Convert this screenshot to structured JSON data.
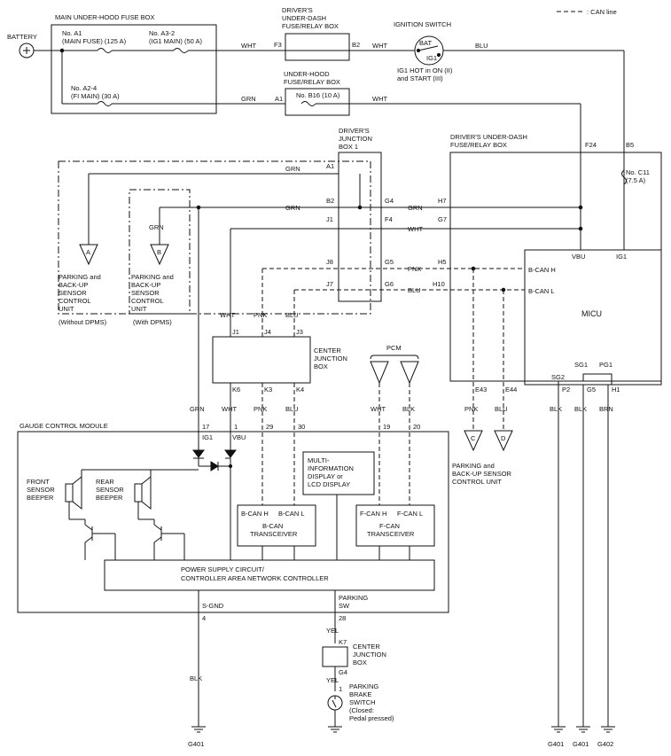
{
  "legend": {
    "can_line": ": CAN line"
  },
  "battery": "BATTERY",
  "main_fuse_box": {
    "title": "MAIN UNDER-HOOD FUSE BOX",
    "fuse_a1_a": "No. A1",
    "fuse_a1_b": "(MAIN FUSE) (125 A)",
    "fuse_a3_a": "No. A3-2",
    "fuse_a3_b": "(IG1 MAIN) (50 A)",
    "fuse_a2_a": "No. A2-4",
    "fuse_a2_b": "(FI MAIN) (30 A)"
  },
  "dash_relay_top": {
    "l1": "DRIVER'S",
    "l2": "UNDER-DASH",
    "l3": "FUSE/RELAY BOX",
    "f3": "F3",
    "b2": "B2"
  },
  "hood_relay": {
    "l1": "UNDER-HOOD",
    "l2": "FUSE/RELAY BOX",
    "a1": "A1",
    "fuse": "No. B16 (10 A)"
  },
  "ignition": {
    "title": "IGNITION SWITCH",
    "bat": "BAT",
    "ig1": "IG1",
    "note1": "IG1 HOT in ON (II)",
    "note2": "and START (III)"
  },
  "junction1": {
    "l1": "DRIVER'S",
    "l2": "JUNCTION",
    "l3": "BOX 1",
    "a1": "A1",
    "b2": "B2",
    "g4": "G4",
    "j1": "J1",
    "f4": "F4",
    "j8": "J8",
    "g5": "G5",
    "j7": "J7",
    "g6": "G6"
  },
  "dash_relay_right": {
    "l1": "DRIVER'S UNDER-DASH",
    "l2": "FUSE/RELAY BOX",
    "f24": "F24",
    "b5": "B5",
    "fuse_a": "No. C11",
    "fuse_b": "(7.5 A)",
    "h7": "H7",
    "g7": "G7",
    "h5": "H5",
    "h10": "H10"
  },
  "micu": {
    "title": "MICU",
    "vbu": "VBU",
    "ig1": "IG1",
    "bcanh": "B-CAN H",
    "bcanl": "B-CAN L",
    "sg2": "SG2",
    "sg1": "SG1",
    "pg1": "PG1",
    "p2": "P2",
    "g5": "G5",
    "h1": "H1",
    "e43": "E43",
    "e44": "E44"
  },
  "wires": {
    "grn": "GRN",
    "wht": "WHT",
    "blu": "BLU",
    "pnk": "PNK",
    "blk": "BLK",
    "brn": "BRN",
    "yel": "YEL"
  },
  "sensor_a": {
    "letter": "A",
    "l1": "PARKING and",
    "l2": "BACK-UP",
    "l3": "SENSOR",
    "l4": "CONTROL",
    "l5": "UNIT",
    "note": "(Without DPMS)"
  },
  "sensor_b": {
    "letter": "B",
    "l1": "PARKING and",
    "l2": "BACK-UP",
    "l3": "SENSOR",
    "l4": "CONTROL",
    "l5": "UNIT",
    "note": "(With DPMS)"
  },
  "center_jb": {
    "l1": "CENTER",
    "l2": "JUNCTION",
    "l3": "BOX",
    "j1": "J1",
    "j4": "J4",
    "j3": "J3",
    "k6": "K6",
    "k3": "K3",
    "k4": "K4"
  },
  "pcm": "PCM",
  "sensor_cd": {
    "c": "C",
    "d": "D",
    "l1": "PARKING and",
    "l2": "BACK-UP SENSOR",
    "l3": "CONTROL UNIT"
  },
  "gcm": {
    "title": "GAUGE CONTROL MODULE",
    "p17": "17",
    "p1": "1",
    "p29": "29",
    "p30": "30",
    "p19": "19",
    "p20": "20",
    "p4": "4",
    "p28": "28",
    "ig1": "IG1",
    "vbu": "VBU",
    "front1": "FRONT",
    "front2": "SENSOR",
    "front3": "BEEPER",
    "rear1": "REAR",
    "rear2": "SENSOR",
    "rear3": "BEEPER",
    "mid1": "MULTI-",
    "mid2": "INFORMATION",
    "mid3": "DISPLAY or",
    "mid4": "LCD DISPLAY",
    "bcanh": "B-CAN H",
    "bcanl": "B-CAN L",
    "bcant": "B-CAN",
    "bcant2": "TRANSCEIVER",
    "fcanh": "F-CAN H",
    "fcanl": "F-CAN L",
    "fcant": "F-CAN",
    "fcant2": "TRANSCEIVER",
    "ps1": "POWER SUPPLY CIRCUIT/",
    "ps2": "CONTROLLER AREA NETWORK CONTROLLER",
    "sgnd": "S-GND",
    "park1": "PARKING",
    "park2": "SW"
  },
  "center_jb2": {
    "k7": "K7",
    "g4": "G4",
    "l1": "CENTER",
    "l2": "JUNCTION",
    "l3": "BOX"
  },
  "brake": {
    "pin": "1",
    "l1": "PARKING",
    "l2": "BRAKE",
    "l3": "SWITCH",
    "l4": "(Closed:",
    "l5": "Pedal pressed)"
  },
  "grounds": {
    "g401a": "G401",
    "g401b": "G401",
    "g401c": "G401",
    "g402": "G402"
  }
}
